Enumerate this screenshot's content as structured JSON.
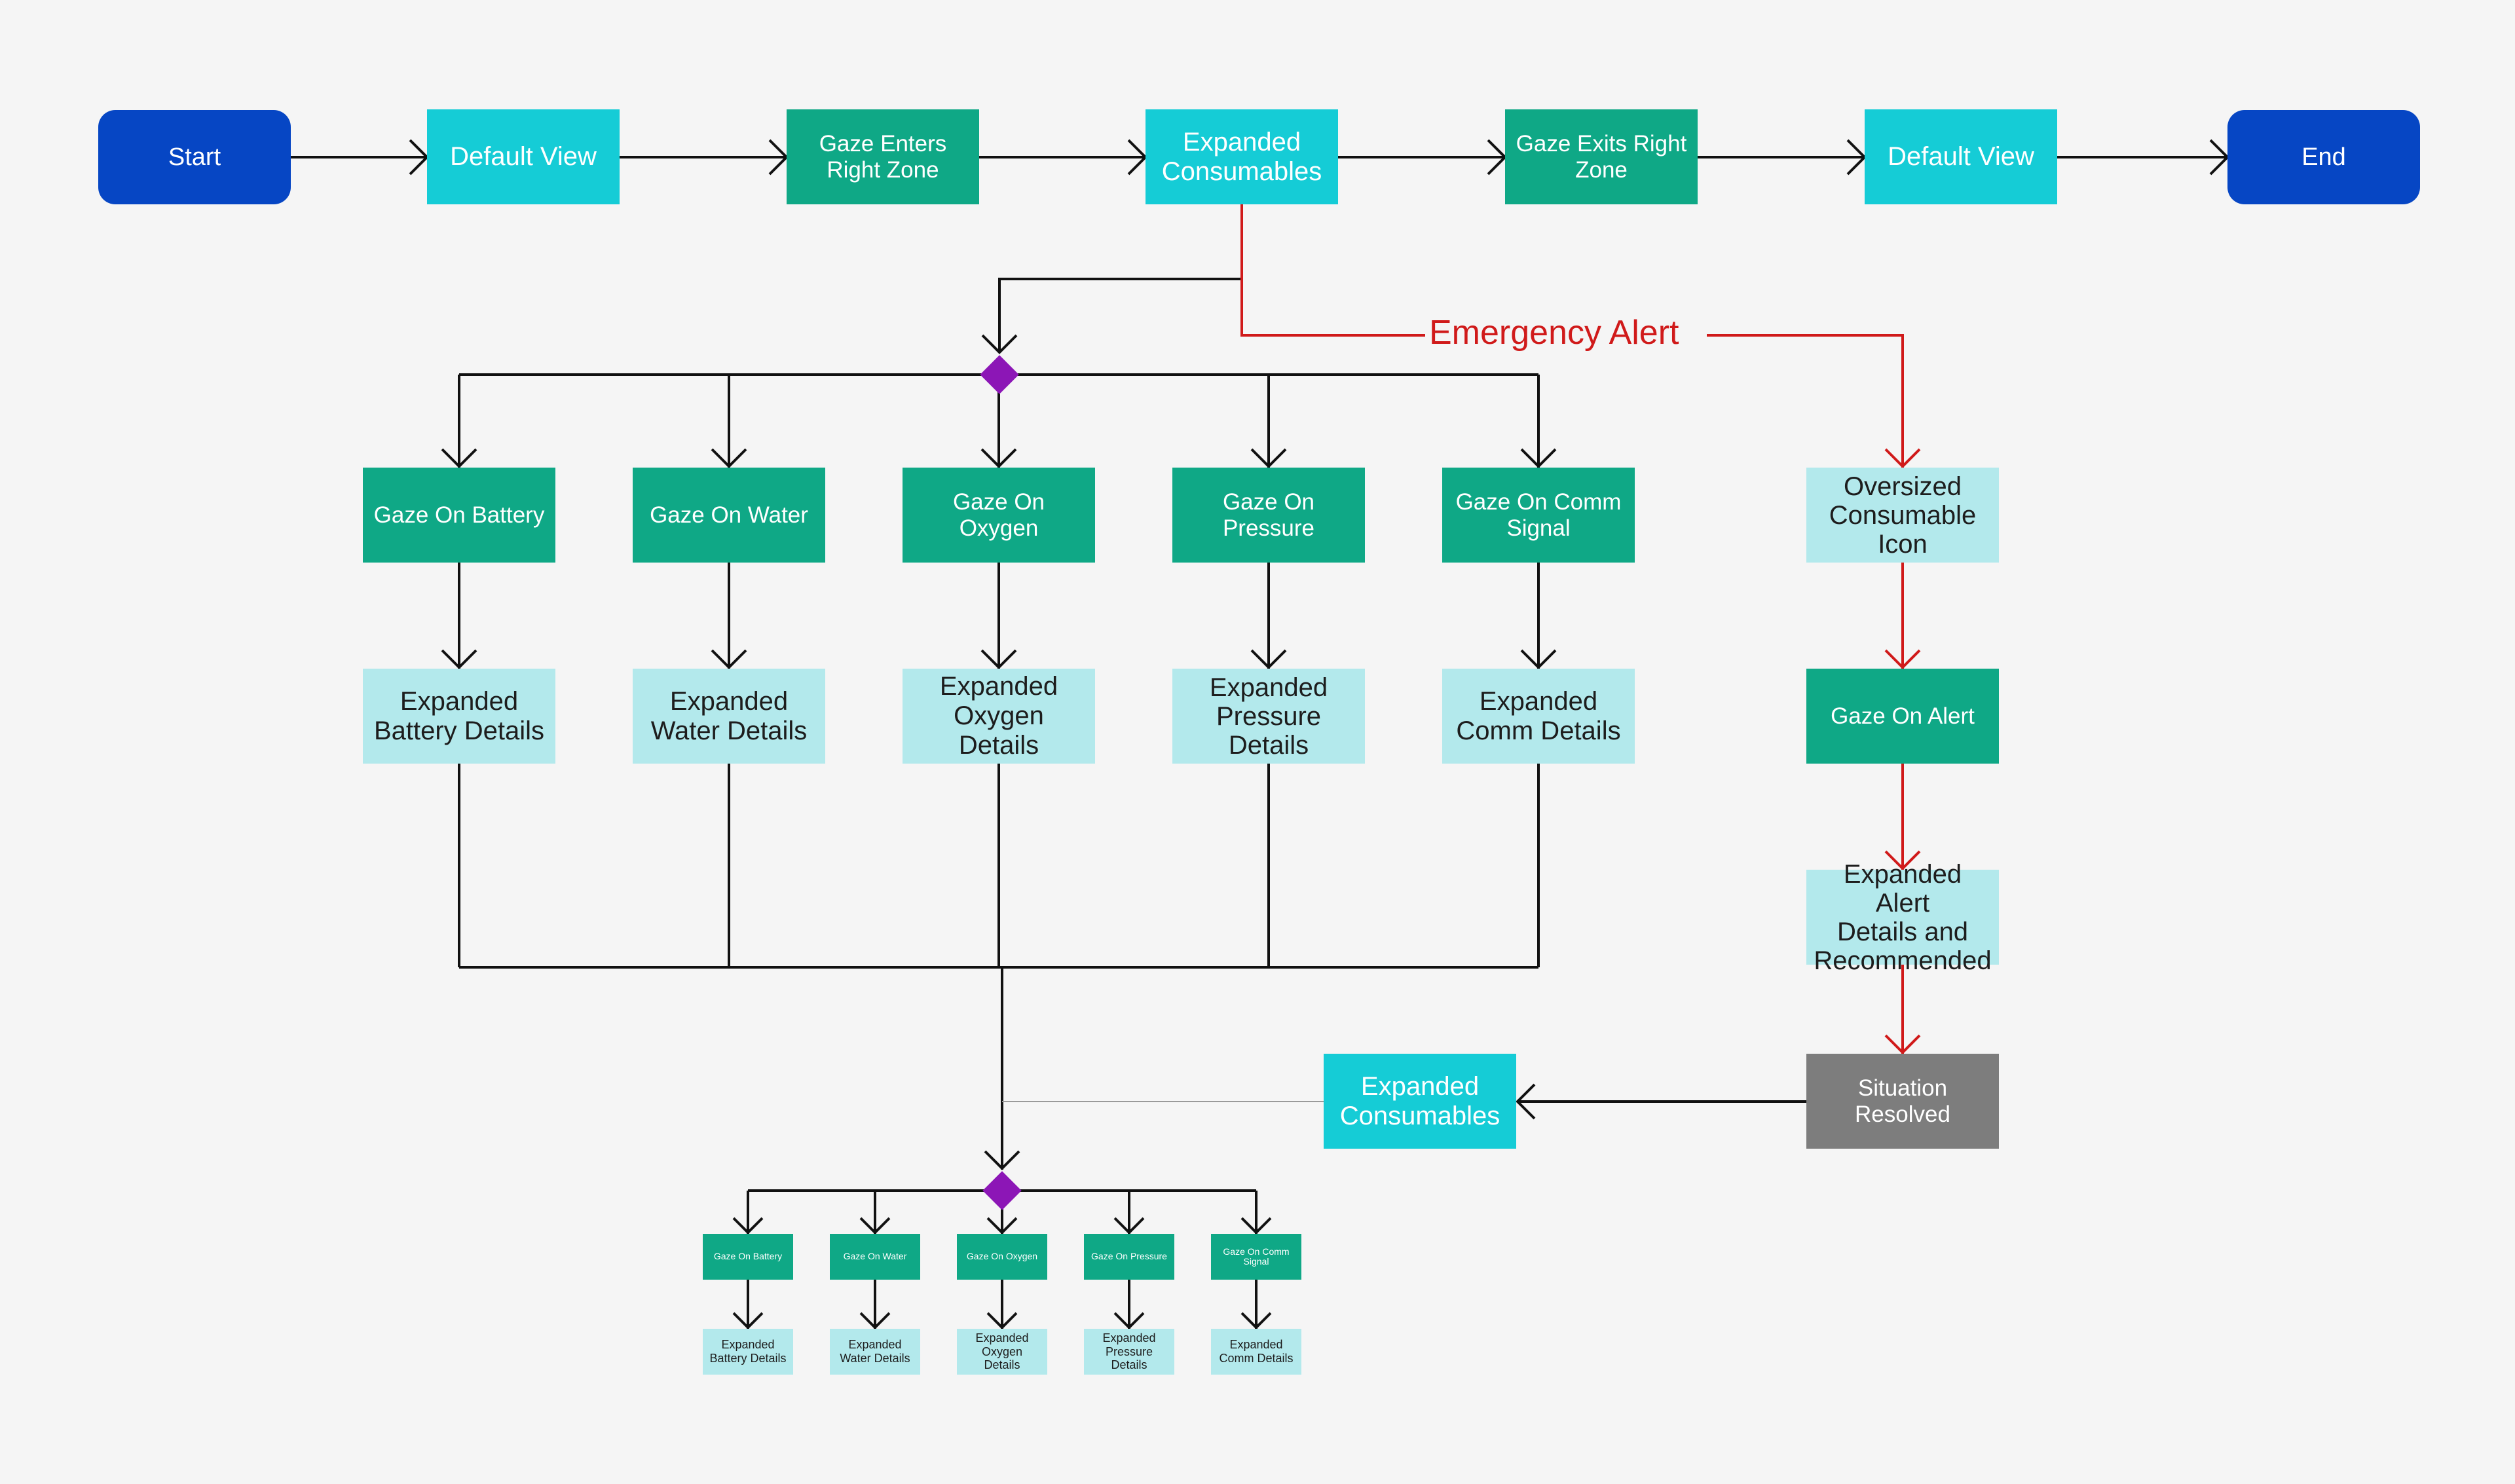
{
  "colors": {
    "pill": "#0646c4",
    "cyan": "#15ccd6",
    "teal": "#0fa886",
    "pale": "#b3e9ec",
    "gray": "#7d7d7d",
    "diamond": "#8c16b6",
    "alert_red": "#d01a1a",
    "edge": "#111111"
  },
  "main_flow": {
    "start": "Start",
    "default_view_1": "Default View",
    "gaze_enters": "Gaze Enters\nRight Zone",
    "expanded_consumables": "Expanded\nConsumables",
    "gaze_exits": "Gaze Exits Right\nZone",
    "default_view_2": "Default View",
    "end": "End"
  },
  "branches": [
    {
      "gaze": "Gaze On Battery",
      "detail": "Expanded\nBattery Details"
    },
    {
      "gaze": "Gaze On Water",
      "detail": "Expanded\nWater Details"
    },
    {
      "gaze": "Gaze On Oxygen",
      "detail": "Expanded\nOxygen Details"
    },
    {
      "gaze": "Gaze On\nPressure",
      "detail": "Expanded\nPressure\nDetails"
    },
    {
      "gaze": "Gaze On Comm\nSignal",
      "detail": "Expanded\nComm Details"
    }
  ],
  "emergency": {
    "label": "Emergency Alert",
    "oversized": "Oversized\nConsumable\nIcon",
    "gaze_on_alert": "Gaze On Alert",
    "expanded_alert": "Expanded Alert\nDetails and\nRecommended",
    "resolved": "Situation\nResolved",
    "back_to_consumables": "Expanded\nConsumables"
  },
  "mini_branches": [
    {
      "gaze": "Gaze On Battery",
      "detail": "Expanded\nBattery Details"
    },
    {
      "gaze": "Gaze On Water",
      "detail": "Expanded\nWater Details"
    },
    {
      "gaze": "Gaze On Oxygen",
      "detail": "Expanded\nOxygen\nDetails"
    },
    {
      "gaze": "Gaze On Pressure",
      "detail": "Expanded\nPressure\nDetails"
    },
    {
      "gaze": "Gaze On Comm\nSignal",
      "detail": "Expanded\nComm Details"
    }
  ]
}
